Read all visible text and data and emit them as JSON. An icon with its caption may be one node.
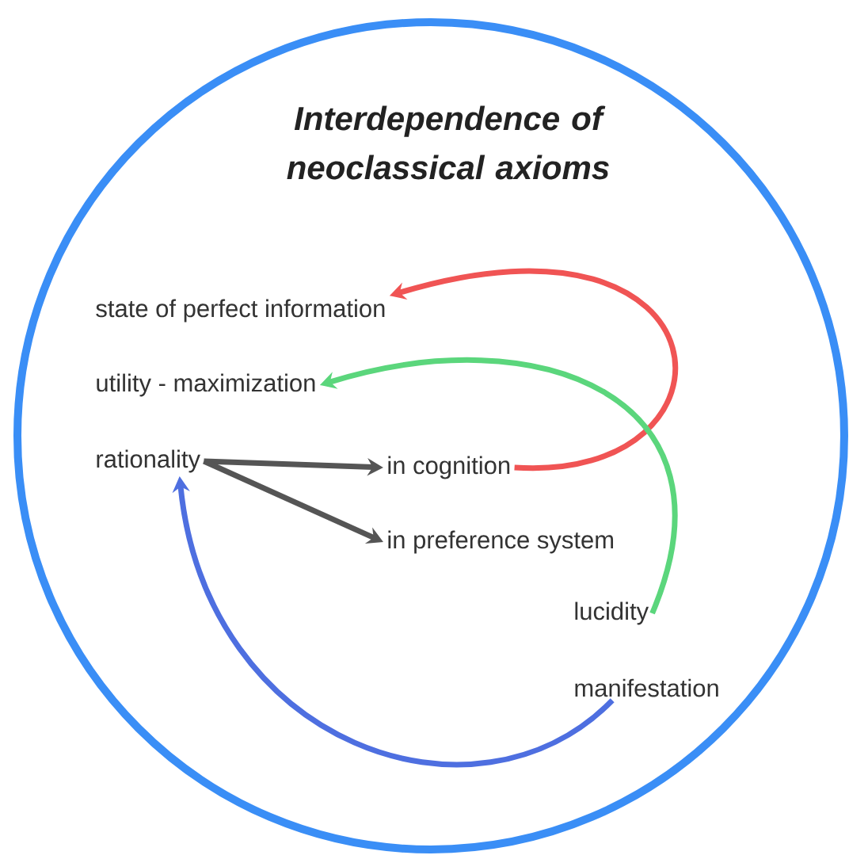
{
  "diagram": {
    "nodes": [
      {
        "text": [
          "Interdependence of neoclassical axioms"
        ]
      },
      {
        "text": [
          "state of perfect information"
        ],
        "in": 0
      },
      {
        "text": [
          "utility - maximization"
        ],
        "in": 0
      },
      {
        "text": [
          "rationality"
        ],
        "in": 0
      },
      {
        "text": [
          "in cognition"
        ],
        "in": 0
      },
      {
        "text": [
          "in preference system"
        ],
        "in": 0
      },
      {
        "text": [
          "lucidity"
        ],
        "in": 0
      },
      {
        "text": [
          "manifestation"
        ],
        "in": 0
      }
    ],
    "edges": [
      {
        "from": 3,
        "to": 4,
        "arrow": "to",
        "color": "#555555"
      },
      {
        "from": 3,
        "to": 5,
        "arrow": "to",
        "color": "#555555"
      },
      {
        "from": 4,
        "to": 1,
        "arrow": "to",
        "color": "#f05454"
      },
      {
        "from": 6,
        "to": 2,
        "arrow": "to",
        "color": "#5bd67c"
      },
      {
        "from": 7,
        "to": 3,
        "arrow": "to",
        "color": "#4e6fe0"
      }
    ]
  }
}
